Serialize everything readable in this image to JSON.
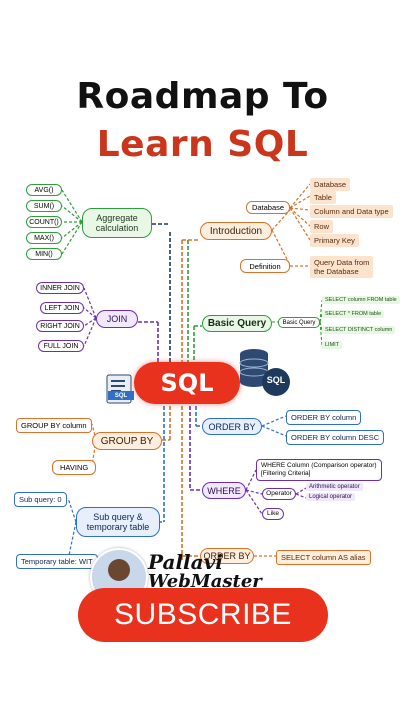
{
  "title": {
    "line1": "Roadmap To",
    "line2": "Learn SQL"
  },
  "center": {
    "label": "SQL",
    "doc_label": "SQL",
    "db_label": "SQL"
  },
  "aggregate": {
    "label": "Aggregate calculation",
    "items": [
      "AVG()",
      "SUM()",
      "COUNT()",
      "MAX()",
      "MIN()"
    ]
  },
  "introduction": {
    "label": "Introduction",
    "database": {
      "label": "Database",
      "items": [
        "Database",
        "Table",
        "Column and Data type",
        "Row",
        "Primary Key"
      ]
    },
    "definition": {
      "label": "Definition",
      "text_line1": "Query Data from",
      "text_line2": "the Database"
    }
  },
  "join": {
    "label": "JOIN",
    "items": [
      "INNER JOIN",
      "LEFT JOIN",
      "RIGHT JOIN",
      "FULL JOIN"
    ]
  },
  "basic_query": {
    "label": "Basic Query",
    "sub_label": "Basic Query",
    "items": [
      "SELECT column FROM table",
      "SELECT * FROM table",
      "SELECT DISTINCT column",
      "LIMIT"
    ]
  },
  "group_by": {
    "label": "GROUP BY",
    "items": [
      "GROUP BY column",
      "HAVING"
    ]
  },
  "order_by": {
    "label": "ORDER BY",
    "items": [
      "ORDER BY column",
      "ORDER BY column DESC"
    ]
  },
  "where": {
    "label": "WHERE",
    "condition_line1": "WHERE Column (Comparison operator)",
    "condition_line2": "[Filtering Criteria]",
    "operator_label": "Operator",
    "operators": [
      "Arithmetic operator",
      "Logical operator"
    ],
    "like": "Like"
  },
  "subquery": {
    "label_line1": "Sub query &",
    "label_line2": "temporary table",
    "items": [
      "Sub query: 0",
      "Temporary table: WIT"
    ]
  },
  "order_by2": {
    "label": "ORDER BY",
    "item": "SELECT column AS alias"
  },
  "branding": {
    "name_line1": "Pallavi",
    "name_line2": "WebMaster",
    "subscribe": "SUBSCRIBE"
  },
  "colors": {
    "green": "#2e9e3a",
    "orange": "#d9722a",
    "purple": "#6b2fb3",
    "blue": "#2f6fc7",
    "red": "#e8321e",
    "navy": "#1d3a5c"
  }
}
